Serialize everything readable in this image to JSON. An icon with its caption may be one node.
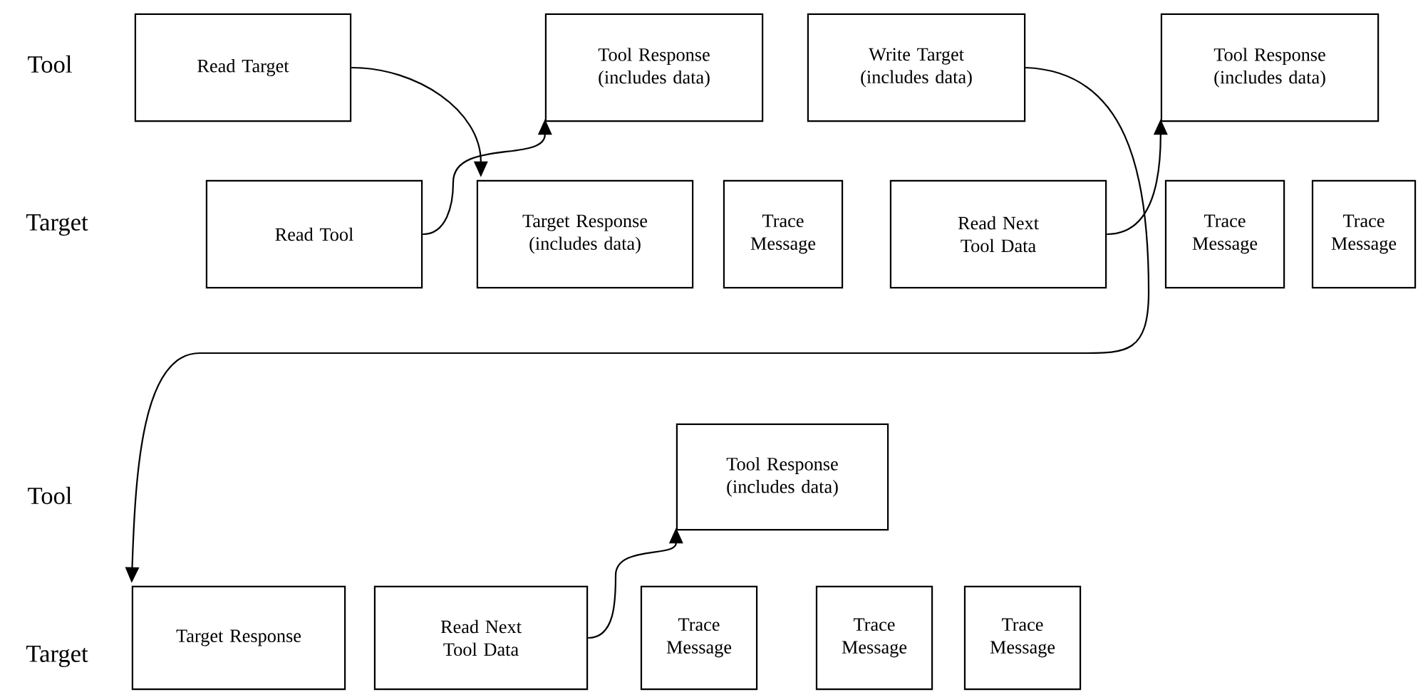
{
  "diagram": {
    "nodes": [
      {
        "text": [
          "Read Target"
        ]
      },
      {
        "text": [
          "Tool Response (includes data)"
        ]
      },
      {
        "text": [
          "Write Target (includes data)"
        ]
      },
      {
        "text": [
          "Tool Response (includes data)"
        ]
      },
      {
        "text": [
          "Read Tool"
        ]
      },
      {
        "text": [
          "Target Response (includes data)"
        ]
      },
      {
        "text": [
          "Trace Message"
        ]
      },
      {
        "text": [
          "Read Next Tool Data"
        ]
      },
      {
        "text": [
          "Trace Message"
        ]
      },
      {
        "text": [
          "Trace Message"
        ]
      },
      {
        "text": [
          "Tool Response (includes data)"
        ]
      },
      {
        "text": [
          "Target Response"
        ]
      },
      {
        "text": [
          "Read Next Tool Data"
        ]
      },
      {
        "text": [
          "Trace Message"
        ]
      },
      {
        "text": [
          "Trace Message"
        ]
      },
      {
        "text": [
          "Trace Message"
        ]
      }
    ],
    "edges": [
      {
        "from": 0,
        "to": 5,
        "arrow": "to"
      },
      {
        "from": 4,
        "to": 1,
        "arrow": "to"
      },
      {
        "from": 2,
        "to": 11,
        "arrow": "to"
      },
      {
        "from": 7,
        "to": 3,
        "arrow": "to"
      },
      {
        "from": 12,
        "to": 10,
        "arrow": "to"
      }
    ],
    "labels": [
      "Tool",
      "Target",
      "Tool",
      "Target"
    ]
  }
}
